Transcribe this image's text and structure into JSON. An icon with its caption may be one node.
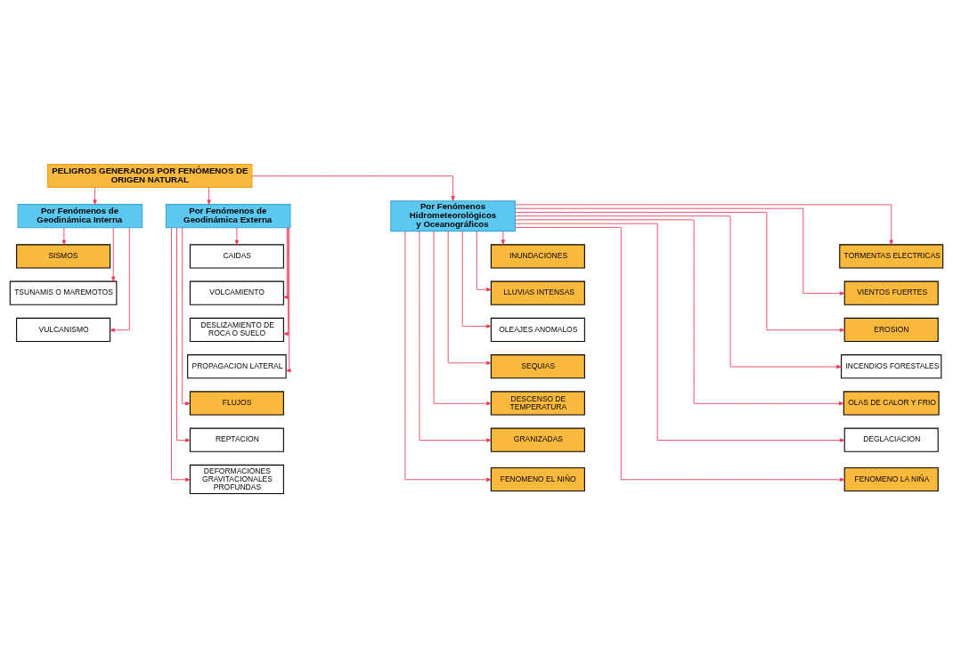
{
  "diagram": {
    "nodes": [
      {
        "text": [
          "PELIGROS GENERADOS POR FENÓMENOS DE ORIGEN NATURAL"
        ]
      },
      {
        "text": [
          "Por Fenómenos de Geodinámica Interna"
        ]
      },
      {
        "text": [
          "SISMOS"
        ]
      },
      {
        "text": [
          "TSUNAMIS O MAREMOTOS"
        ]
      },
      {
        "text": [
          "VULCANISMO"
        ]
      },
      {
        "text": [
          "Por Fenómenos de Geodinámica Externa"
        ]
      },
      {
        "text": [
          "CAIDAS"
        ]
      },
      {
        "text": [
          "VOLCAMIENTO"
        ]
      },
      {
        "text": [
          "DESLIZAMIENTO DE ROCA O SUELO"
        ]
      },
      {
        "text": [
          "PROPAGACION LATERAL"
        ]
      },
      {
        "text": [
          "FLUJOS"
        ]
      },
      {
        "text": [
          "REPTACION"
        ]
      },
      {
        "text": [
          "DEFORMACIONES GRAVITACIONALES PROFUNDAS"
        ]
      },
      {
        "text": [
          "Por Fenómenos Hidrometeorológicos y Oceanográficos"
        ]
      },
      {
        "text": [
          "INUNDACIONES"
        ]
      },
      {
        "text": [
          "LLUVIAS INTENSAS"
        ]
      },
      {
        "text": [
          "OLEAJES ANOMALOS"
        ]
      },
      {
        "text": [
          "SEQUIAS"
        ]
      },
      {
        "text": [
          "DESCENSO DE TEMPERATURA"
        ]
      },
      {
        "text": [
          "GRANIZADAS"
        ]
      },
      {
        "text": [
          "FENOMENO EL NIÑO"
        ]
      },
      {
        "text": [
          "TORMENTAS ELECTRICAS"
        ]
      },
      {
        "text": [
          "VIENTOS FUERTES"
        ]
      },
      {
        "text": [
          "EROSION"
        ]
      },
      {
        "text": [
          "INCENDIOS FORESTALES"
        ]
      },
      {
        "text": [
          "OLAS DE CALOR Y FRIO"
        ]
      },
      {
        "text": [
          "DEGLACIACION"
        ]
      },
      {
        "text": [
          "FENOMENO LA NIÑA"
        ]
      }
    ],
    "edges": [
      {
        "from": 0,
        "to": 1,
        "arrow": "to"
      },
      {
        "from": 0,
        "to": 5,
        "arrow": "to"
      },
      {
        "from": 0,
        "to": 13,
        "arrow": "to"
      },
      {
        "from": 1,
        "to": 2,
        "arrow": "to"
      },
      {
        "from": 1,
        "to": 3,
        "arrow": "to"
      },
      {
        "from": 1,
        "to": 4,
        "arrow": "to"
      },
      {
        "from": 5,
        "to": 6,
        "arrow": "to"
      },
      {
        "from": 5,
        "to": 7,
        "arrow": "to"
      },
      {
        "from": 5,
        "to": 8,
        "arrow": "to"
      },
      {
        "from": 5,
        "to": 9,
        "arrow": "to"
      },
      {
        "from": 5,
        "to": 10,
        "arrow": "to"
      },
      {
        "from": 5,
        "to": 11,
        "arrow": "to"
      },
      {
        "from": 5,
        "to": 12,
        "arrow": "to"
      },
      {
        "from": 13,
        "to": 14,
        "arrow": "to"
      },
      {
        "from": 13,
        "to": 15,
        "arrow": "to"
      },
      {
        "from": 13,
        "to": 16,
        "arrow": "to"
      },
      {
        "from": 13,
        "to": 17,
        "arrow": "to"
      },
      {
        "from": 13,
        "to": 18,
        "arrow": "to"
      },
      {
        "from": 13,
        "to": 19,
        "arrow": "to"
      },
      {
        "from": 13,
        "to": 20,
        "arrow": "to"
      },
      {
        "from": 13,
        "to": 21,
        "arrow": "to"
      },
      {
        "from": 13,
        "to": 22,
        "arrow": "to"
      },
      {
        "from": 13,
        "to": 23,
        "arrow": "to"
      },
      {
        "from": 13,
        "to": 24,
        "arrow": "to"
      },
      {
        "from": 13,
        "to": 25,
        "arrow": "to"
      },
      {
        "from": 13,
        "to": 26,
        "arrow": "to"
      },
      {
        "from": 13,
        "to": 27,
        "arrow": "to"
      }
    ]
  }
}
